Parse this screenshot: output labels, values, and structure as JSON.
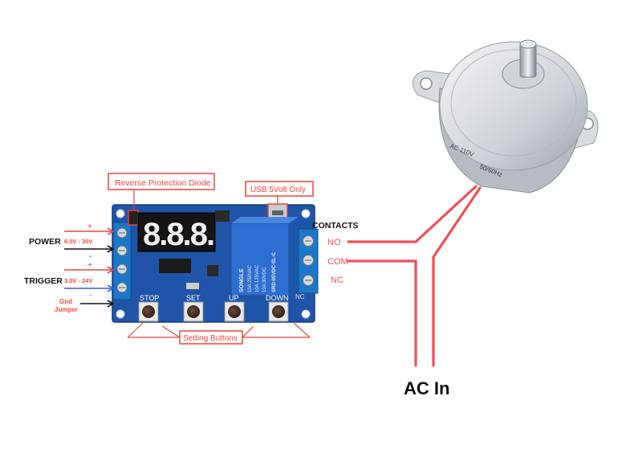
{
  "callouts": {
    "reverse_diode": "Reverse Protection Diode",
    "usb": "USB 5Volt Only",
    "setting_buttons": "Setting Buttons"
  },
  "left_labels": {
    "power": "POWER",
    "power_range": "6.0V - 30V",
    "trigger": "TRIGGER",
    "trigger_range": "3.0V - 24V",
    "gnd_line1": "Gnd",
    "gnd_line2": "Jumper",
    "plus": "+",
    "minus": "-"
  },
  "contacts": {
    "title": "CONTACTS",
    "no": "NO",
    "com": "COM",
    "nc": "NC"
  },
  "board": {
    "display": "8.8.8.",
    "buttons": [
      "STOP",
      "SET",
      "UP",
      "DOWN"
    ],
    "relay_lines": [
      "SONGLE",
      "10A 250VAC",
      "10A 125VAC",
      "10A 30VDC",
      "SRD-05VDC-SL-C"
    ],
    "nc_mark": "NC"
  },
  "motor": {
    "label_lines": [
      "AC 110V",
      "50/60Hz"
    ]
  },
  "ac_in": "AC In",
  "colors": {
    "callout_red": "#e8453a",
    "wire_pink": "#ee4f57",
    "board_blue": "#1f54a8",
    "terminal_blue": "#1b78c9",
    "relay_blue": "#2d6fd0"
  }
}
